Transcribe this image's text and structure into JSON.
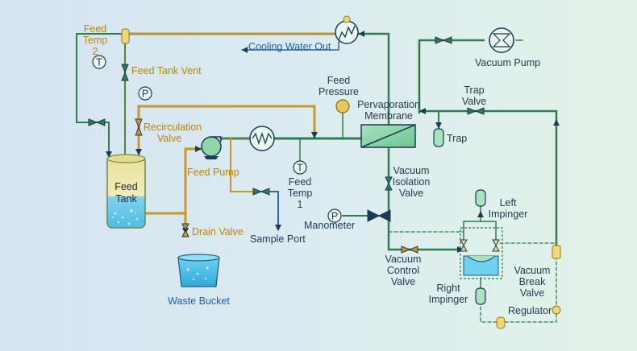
{
  "diagram": {
    "labels": {
      "feed_temp_2": [
        "Feed",
        "Temp",
        "2"
      ],
      "feed_tank_vent": "Feed Tank Vent",
      "cooling_water_out": "Cooling Water Out",
      "vacuum_pump": "Vacuum Pump",
      "feed_pressure": [
        "Feed",
        "Pressure"
      ],
      "pervaporation_membrane": [
        "Pervaporation",
        "Membrane"
      ],
      "trap_valve": [
        "Trap",
        "Valve"
      ],
      "trap": "Trap",
      "recirculation_valve": [
        "Recirculation",
        "Valve"
      ],
      "feed_tank": [
        "Feed",
        "Tank"
      ],
      "feed_pump": "Feed Pump",
      "feed_temp_1": [
        "Feed",
        "Temp",
        "1"
      ],
      "vacuum_isolation_valve": [
        "Vacuum",
        "Isolation",
        "Valve"
      ],
      "left_impinger": [
        "Left",
        "Impinger"
      ],
      "manometer": "Manometer",
      "drain_valve": "Drain Valve",
      "sample_port": "Sample Port",
      "vacuum_control_valve": [
        "Vacuum",
        "Control",
        "Valve"
      ],
      "vacuum_break_valve": [
        "Vacuum",
        "Break",
        "Valve"
      ],
      "right_impinger": [
        "Right",
        "Impinger"
      ],
      "regulator": "Regulator",
      "waste_bucket": "Waste Bucket"
    },
    "symbols": {
      "temperature": "T",
      "pressure": "P"
    },
    "colors": {
      "pipe_green": "#2e7d4f",
      "pipe_gold": "#c8962a",
      "pipe_blue": "#2f6aa8",
      "label_gold": "#b8860b",
      "label_dark": "#1f3b4d",
      "label_blue": "#1f5fa8",
      "component_fill": "#8fd6a8",
      "water_fill": "#4fc3e8"
    }
  }
}
